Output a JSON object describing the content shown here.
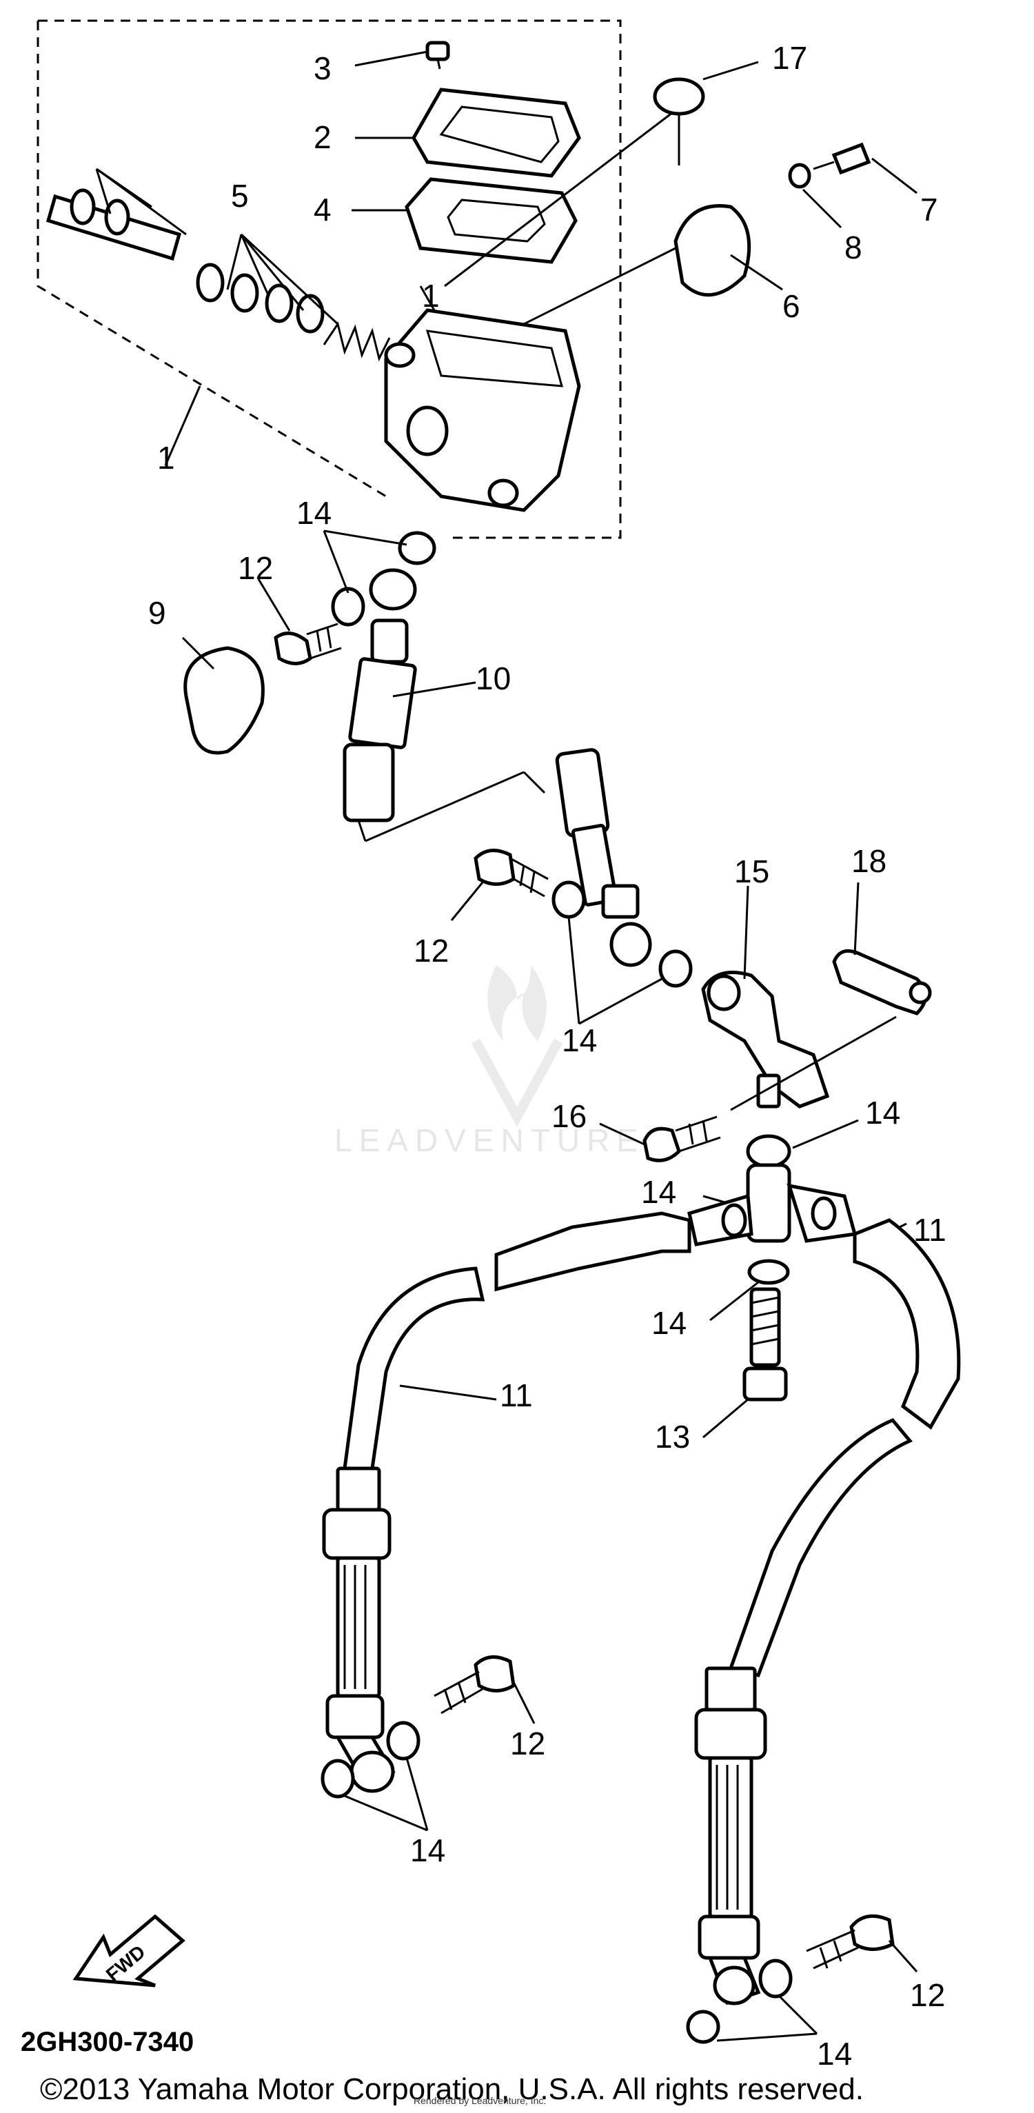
{
  "diagram": {
    "drawing_code": "2GH300-7340",
    "fwd_label": "FWD",
    "copyright": "©2013 Yamaha Motor Corporation, U.S.A. All rights reserved.",
    "rendered_by": "Rendered by Leadventure, Inc.",
    "watermark": "LEADVENTURE",
    "callouts": {
      "c1a": "1",
      "c1b": "1",
      "c2": "2",
      "c3": "3",
      "c4": "4",
      "c5": "5",
      "c6": "6",
      "c7": "7",
      "c8": "8",
      "c9": "9",
      "c10": "10",
      "c11a": "11",
      "c11b": "11",
      "c12a": "12",
      "c12b": "12",
      "c12c": "12",
      "c12d": "12",
      "c13": "13",
      "c14a": "14",
      "c14b": "14",
      "c14c": "14",
      "c14d": "14",
      "c14e": "14",
      "c14f": "14",
      "c14g": "14",
      "c15": "15",
      "c16": "16",
      "c17": "17",
      "c18": "18"
    }
  }
}
